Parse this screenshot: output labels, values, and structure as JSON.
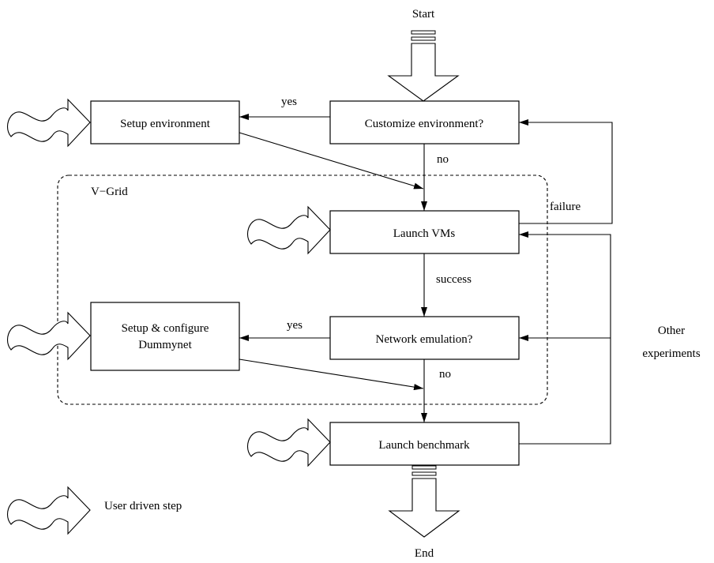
{
  "start_label": "Start",
  "end_label": "End",
  "boxes": {
    "customize": "Customize environment?",
    "setup_env": "Setup environment",
    "launch_vms": "Launch VMs",
    "network": "Network emulation?",
    "setup_dummynet_line1": "Setup & configure",
    "setup_dummynet_line2": "Dummynet",
    "benchmark": "Launch benchmark"
  },
  "edges": {
    "yes_top": "yes",
    "no_top": "no",
    "failure": "failure",
    "success": "success",
    "yes_mid": "yes",
    "no_mid": "no",
    "other_line1": "Other",
    "other_line2": "experiments"
  },
  "region_label": "V−Grid",
  "legend_label": "User driven step"
}
